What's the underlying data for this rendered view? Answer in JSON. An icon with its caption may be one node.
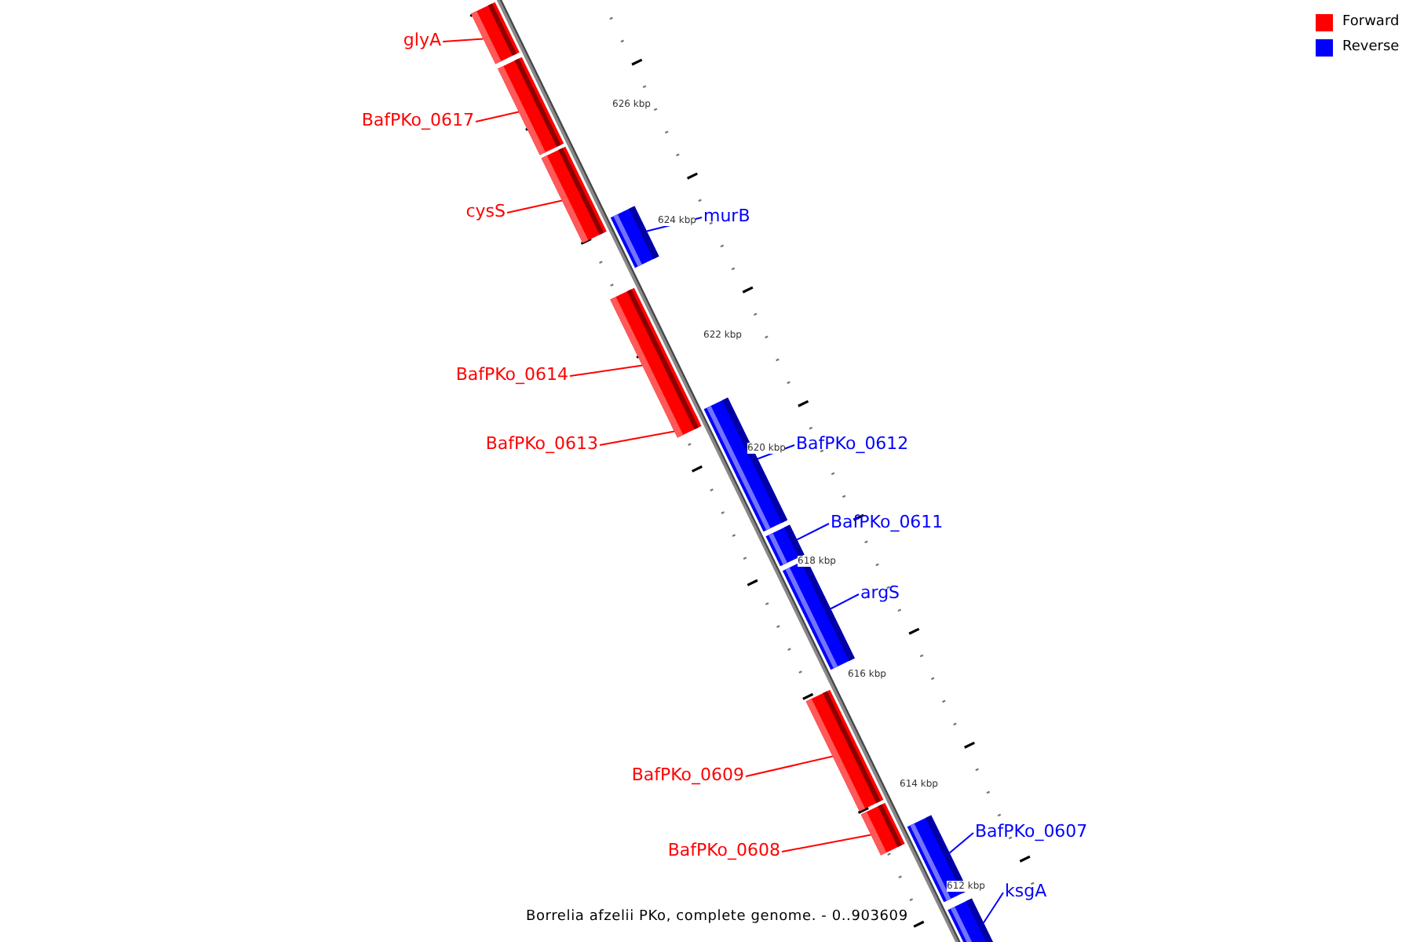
{
  "diagram": {
    "caption": "Borrelia afzelii PKo, complete genome. - 0..903609",
    "nodes": [
      {
        "text": [
          "glyA"
        ]
      },
      {
        "text": [],
        "shape": "bar"
      },
      {
        "text": [
          "BafPKo_0617"
        ]
      },
      {
        "text": [],
        "shape": "bar"
      },
      {
        "text": [
          "cysS"
        ]
      },
      {
        "text": [],
        "shape": "bar"
      },
      {
        "text": [
          "murB"
        ]
      },
      {
        "text": [],
        "shape": "bar"
      },
      {
        "text": [
          "BafPKo_0614"
        ]
      },
      {
        "text": [],
        "shape": "bar"
      },
      {
        "text": [
          "BafPKo_0613"
        ]
      },
      {
        "text": [],
        "shape": "bar"
      },
      {
        "text": [
          "BafPKo_0612"
        ]
      },
      {
        "text": [],
        "shape": "bar"
      },
      {
        "text": [
          "BafPKo_0611"
        ]
      },
      {
        "text": [],
        "shape": "bar"
      },
      {
        "text": [
          "argS"
        ]
      },
      {
        "text": [],
        "shape": "bar"
      },
      {
        "text": [
          "BafPKo_0609"
        ]
      },
      {
        "text": [],
        "shape": "bar"
      },
      {
        "text": [
          "BafPKo_0608"
        ]
      },
      {
        "text": [],
        "shape": "bar"
      },
      {
        "text": [
          "BafPKo_0607"
        ]
      },
      {
        "text": [],
        "shape": "bar"
      },
      {
        "text": [
          "ksgA"
        ]
      },
      {
        "text": [],
        "shape": "bar"
      }
    ],
    "edges": [
      {
        "from": 0,
        "to": 1,
        "arrow": "none"
      },
      {
        "from": 2,
        "to": 3,
        "arrow": "none"
      },
      {
        "from": 4,
        "to": 5,
        "arrow": "none"
      },
      {
        "from": 6,
        "to": 7,
        "arrow": "none",
        "color": "#0000ff"
      },
      {
        "from": 8,
        "to": 9,
        "arrow": "none"
      },
      {
        "from": 10,
        "to": 11,
        "arrow": "none"
      },
      {
        "from": 12,
        "to": 13,
        "arrow": "none",
        "color": "#0000ff"
      },
      {
        "from": 14,
        "to": 15,
        "arrow": "none",
        "color": "#0000ff"
      },
      {
        "from": 16,
        "to": 17,
        "arrow": "none",
        "color": "#0000ff"
      },
      {
        "from": 18,
        "to": 19,
        "arrow": "none"
      },
      {
        "from": 20,
        "to": 21,
        "arrow": "none"
      },
      {
        "from": 22,
        "to": 23,
        "arrow": "none",
        "color": "#0000ff"
      },
      {
        "from": 24,
        "to": 25,
        "arrow": "none",
        "color": "#0000ff"
      }
    ],
    "labels": [
      "626 kbp",
      "624 kbp",
      "622 kbp",
      "620 kbp",
      "618 kbp",
      "616 kbp",
      "614 kbp",
      "612 kbp"
    ],
    "legend": [
      {
        "text": "Forward",
        "color": "#ff0000"
      },
      {
        "text": "Reverse",
        "color": "#0000ff"
      }
    ]
  }
}
